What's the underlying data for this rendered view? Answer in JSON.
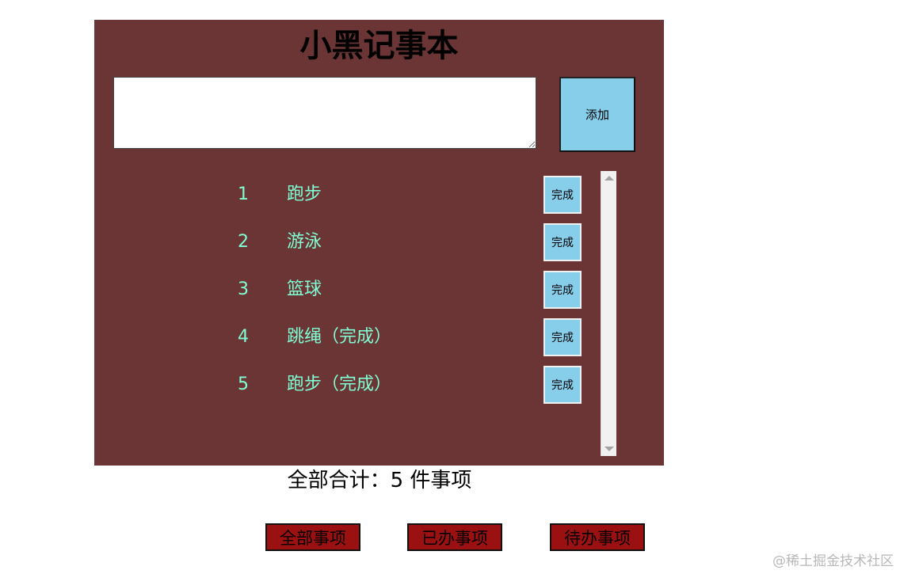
{
  "app": {
    "title": "小黑记事本"
  },
  "input": {
    "value": "",
    "placeholder": ""
  },
  "add_button": {
    "label": "添加"
  },
  "todos": [
    {
      "index": "1",
      "text": "跑步",
      "done_label": "完成"
    },
    {
      "index": "2",
      "text": "游泳",
      "done_label": "完成"
    },
    {
      "index": "3",
      "text": "篮球",
      "done_label": "完成"
    },
    {
      "index": "4",
      "text": "跳绳（完成）",
      "done_label": "完成"
    },
    {
      "index": "5",
      "text": "跑步（完成）",
      "done_label": "完成"
    }
  ],
  "summary": {
    "text": "全部合计：5 件事项"
  },
  "filters": [
    {
      "label": "全部事项"
    },
    {
      "label": "已办事项"
    },
    {
      "label": "待办事项"
    }
  ],
  "watermark": {
    "text": "@稀土掘金技术社区"
  },
  "colors": {
    "panel": "#6b3536",
    "accent_text": "#7fffd4",
    "button": "#87ceeb",
    "filter_button": "#9b1010"
  }
}
